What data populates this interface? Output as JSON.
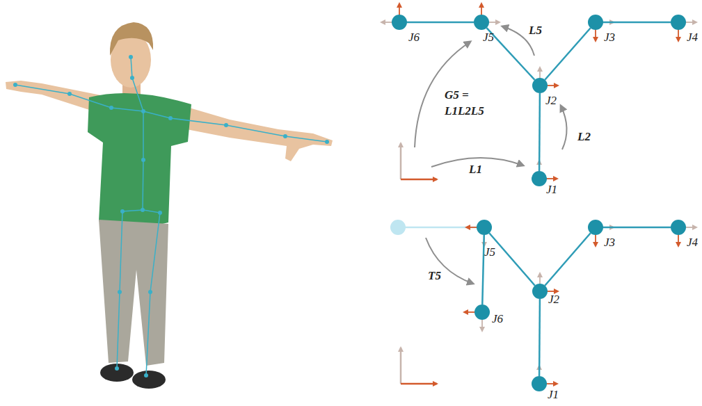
{
  "diagram": {
    "nodes": [
      {
        "text": [
          "J6"
        ]
      },
      {
        "text": [
          "J5"
        ]
      },
      {
        "text": [
          "J3"
        ]
      },
      {
        "text": [
          "J4"
        ]
      },
      {
        "text": [
          "J2"
        ]
      },
      {
        "text": [
          "J1"
        ]
      },
      {
        "text": [
          "J5"
        ]
      },
      {
        "text": [
          "J3"
        ]
      },
      {
        "text": [
          "J4"
        ]
      },
      {
        "text": [
          "J2"
        ]
      },
      {
        "text": [
          "J6"
        ]
      },
      {
        "text": [
          "J1"
        ]
      }
    ],
    "edges": [
      {
        "from": 0,
        "to": 1,
        "arrow": "none"
      },
      {
        "from": 1,
        "to": 4,
        "arrow": "none"
      },
      {
        "from": 4,
        "to": 2,
        "arrow": "none"
      },
      {
        "from": 2,
        "to": 3,
        "arrow": "none"
      },
      {
        "from": 4,
        "to": 5,
        "arrow": "none"
      },
      {
        "from": 10,
        "to": 6,
        "arrow": "none"
      },
      {
        "from": 6,
        "to": 9,
        "arrow": "none"
      },
      {
        "from": 9,
        "to": 7,
        "arrow": "none"
      },
      {
        "from": 7,
        "to": 8,
        "arrow": "none"
      },
      {
        "from": 9,
        "to": 11,
        "arrow": "none"
      }
    ],
    "labels": [
      "L5",
      "G5 = L1L2L5",
      "L2",
      "L1",
      "T5"
    ]
  }
}
